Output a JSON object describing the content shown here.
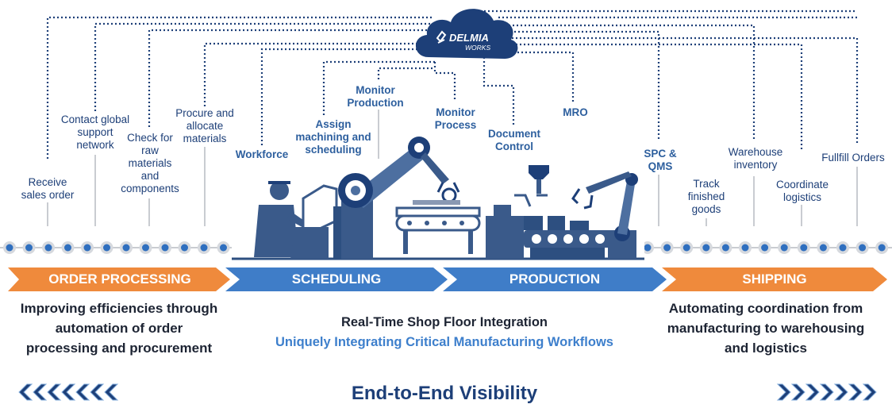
{
  "cloud": {
    "brand": "DELMIA",
    "sub": "WORKS",
    "logo_icon": "3ds-logo-icon"
  },
  "top_labels": {
    "receive": "Receive\nsales order",
    "contact": "Contact global\nsupport\nnetwork",
    "check": "Check for\nraw\nmaterials\nand\ncomponents",
    "procure": "Procure and\nallocate\nmaterials",
    "workforce": "Workforce",
    "assign": "Assign\nmachining and\nscheduling",
    "monitor_production": "Monitor\nProduction",
    "monitor_process": "Monitor\nProcess",
    "document_control": "Document\nControl",
    "mro": "MRO",
    "spc": "SPC &\nQMS",
    "track": "Track\nfinished\ngoods",
    "warehouse": "Warehouse\ninventory",
    "coordinate": "Coordinate\nlogistics",
    "fulfill": "Fullfill Orders"
  },
  "phases": [
    {
      "label": "ORDER PROCESSING",
      "color": "#ef8a3c"
    },
    {
      "label": "SCHEDULING",
      "color": "#3f7dc8"
    },
    {
      "label": "PRODUCTION",
      "color": "#3f7dc8"
    },
    {
      "label": "SHIPPING",
      "color": "#ef8a3c"
    }
  ],
  "descriptions": {
    "order": "Improving efficiencies through\nautomation of order\nprocessing and procurement",
    "center_line1": "Real-Time Shop Floor Integration",
    "center_line2": "Uniquely Integrating Critical Manufacturing Workflows",
    "shipping": "Automating coordination from\nmanufacturing to warehousing\nand logistics"
  },
  "footer": {
    "title": "End-to-End Visibility"
  },
  "colors": {
    "navy": "#1d3f78",
    "mid_blue": "#3f7dc8",
    "light_blue": "#3d7fcc",
    "orange": "#ef8a3c",
    "gray": "#c9ccd1"
  }
}
